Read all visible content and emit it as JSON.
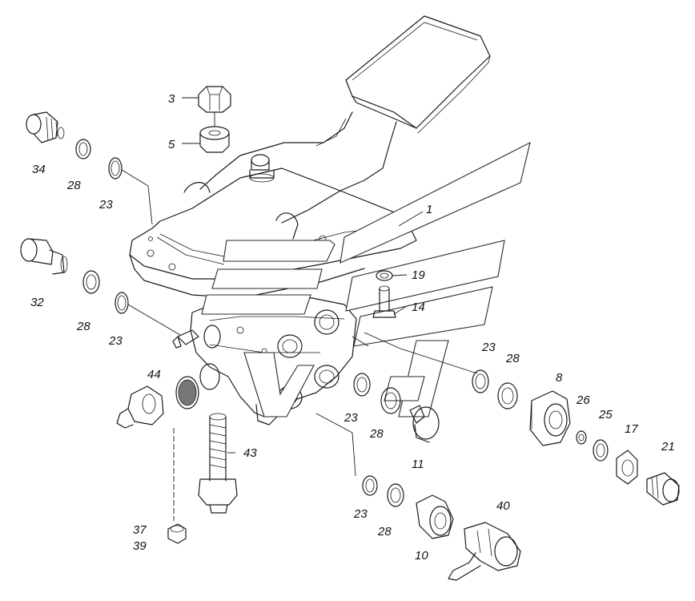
{
  "callouts": [
    {
      "id": "c1",
      "label": "1"
    },
    {
      "id": "c3",
      "label": "3"
    },
    {
      "id": "c5",
      "label": "5"
    },
    {
      "id": "c34",
      "label": "34"
    },
    {
      "id": "c28a",
      "label": "28"
    },
    {
      "id": "c23a",
      "label": "23"
    },
    {
      "id": "c32",
      "label": "32"
    },
    {
      "id": "c28b",
      "label": "28"
    },
    {
      "id": "c23b",
      "label": "23"
    },
    {
      "id": "c19",
      "label": "19"
    },
    {
      "id": "c14",
      "label": "14"
    },
    {
      "id": "c23c",
      "label": "23"
    },
    {
      "id": "c28c",
      "label": "28"
    },
    {
      "id": "c8",
      "label": "8"
    },
    {
      "id": "c26",
      "label": "26"
    },
    {
      "id": "c25",
      "label": "25"
    },
    {
      "id": "c17",
      "label": "17"
    },
    {
      "id": "c21",
      "label": "21"
    },
    {
      "id": "c44",
      "label": "44"
    },
    {
      "id": "c43",
      "label": "43"
    },
    {
      "id": "c23d",
      "label": "23"
    },
    {
      "id": "c28d",
      "label": "28"
    },
    {
      "id": "c11",
      "label": "11"
    },
    {
      "id": "c23e",
      "label": "23"
    },
    {
      "id": "c28e",
      "label": "28"
    },
    {
      "id": "c10",
      "label": "10"
    },
    {
      "id": "c40",
      "label": "40"
    },
    {
      "id": "c37",
      "label": "37"
    },
    {
      "id": "c39",
      "label": "39"
    }
  ]
}
